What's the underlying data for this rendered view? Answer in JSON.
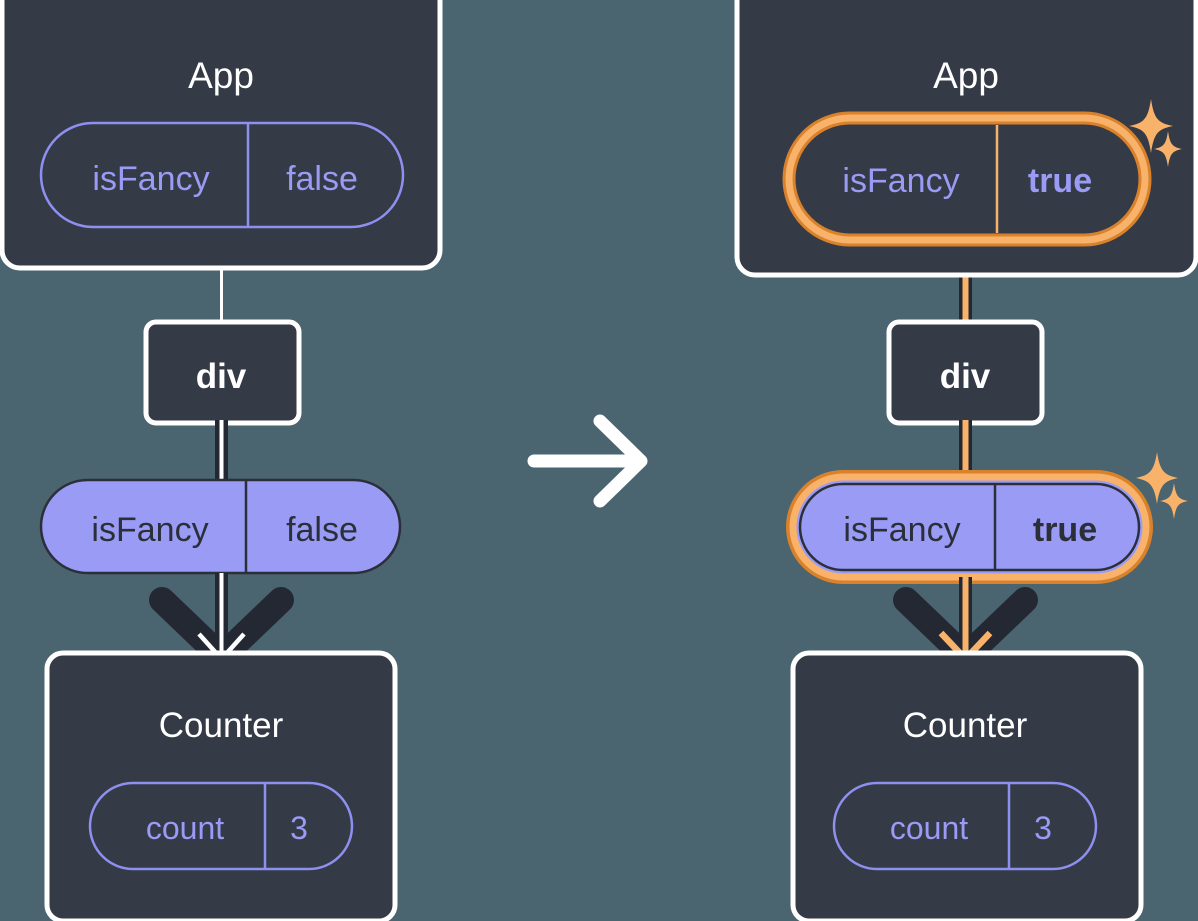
{
  "diagram": {
    "title_left": "App",
    "title_right": "App",
    "transition_arrow": "right-arrow-icon",
    "background_color": "#4a6470",
    "box_color": "#343a46",
    "box_border_color": "#ffffff",
    "purple_fill": "#9a9bf5",
    "purple_outline": "#8e90f0",
    "dark_text": "#2b2f3a",
    "highlight_outer": "#d9822b",
    "highlight_inner": "#f8b26a",
    "line_dark": "#242833",
    "line_white": "#ffffff",
    "sparkle_color": "#f8b26a"
  },
  "panels": [
    {
      "id": "before",
      "app": {
        "label": "App",
        "state": {
          "name": "isFancy",
          "value": "false",
          "style": "outline",
          "highlighted": false
        }
      },
      "div": {
        "label": "div"
      },
      "prop": {
        "name": "isFancy",
        "value": "false",
        "style": "filled",
        "highlighted": false
      },
      "counter": {
        "label": "Counter",
        "state": {
          "name": "count",
          "value": "3",
          "style": "outline",
          "highlighted": false
        }
      },
      "flow_color": "white"
    },
    {
      "id": "after",
      "app": {
        "label": "App",
        "state": {
          "name": "isFancy",
          "value": "true",
          "style": "outline",
          "highlighted": true
        }
      },
      "div": {
        "label": "div"
      },
      "prop": {
        "name": "isFancy",
        "value": "true",
        "style": "filled",
        "highlighted": true
      },
      "counter": {
        "label": "Counter",
        "state": {
          "name": "count",
          "value": "3",
          "style": "outline",
          "highlighted": false
        }
      },
      "flow_color": "orange"
    }
  ],
  "sparkles": [
    {
      "panel": "after",
      "near": "app-state-pill"
    },
    {
      "panel": "after",
      "near": "prop-pill"
    }
  ]
}
